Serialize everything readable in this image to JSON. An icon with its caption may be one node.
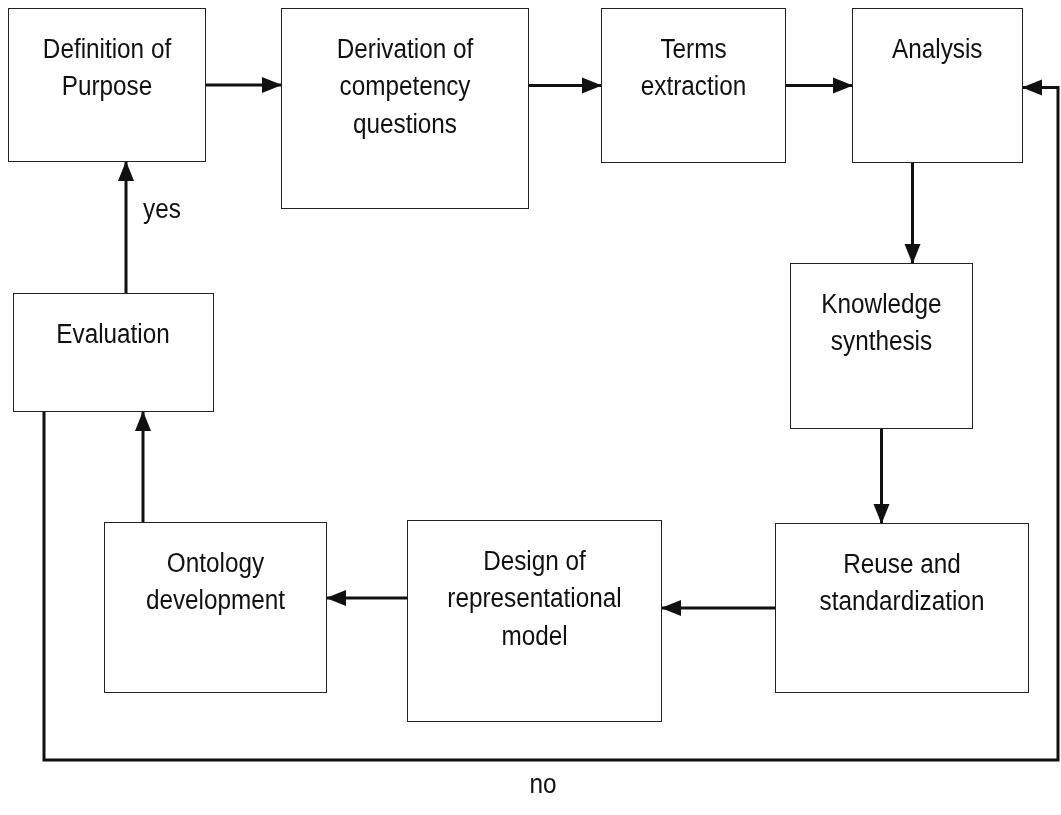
{
  "diagram": {
    "nodes": [
      {
        "text": [
          "Definition of Purpose"
        ]
      },
      {
        "text": [
          "Derivation of competency questions"
        ]
      },
      {
        "text": [
          "Terms extraction"
        ]
      },
      {
        "text": [
          "Analysis"
        ]
      },
      {
        "text": [
          "Knowledge synthesis"
        ]
      },
      {
        "text": [
          "Reuse and standardization"
        ]
      },
      {
        "text": [
          "Design of representational model"
        ]
      },
      {
        "text": [
          "Ontology development"
        ]
      },
      {
        "text": [
          "Evaluation"
        ]
      }
    ],
    "edges": [
      {
        "from": 0,
        "to": 1,
        "arrow": "to"
      },
      {
        "from": 1,
        "to": 2,
        "arrow": "to"
      },
      {
        "from": 2,
        "to": 3,
        "arrow": "to"
      },
      {
        "from": 3,
        "to": 4,
        "arrow": "to"
      },
      {
        "from": 4,
        "to": 5,
        "arrow": "to"
      },
      {
        "from": 5,
        "to": 6,
        "arrow": "to"
      },
      {
        "from": 6,
        "to": 7,
        "arrow": "to"
      },
      {
        "from": 7,
        "to": 8,
        "arrow": "to"
      },
      {
        "from": 8,
        "to": 0,
        "arrow": "to",
        "label": "yes"
      },
      {
        "from": 8,
        "to": 3,
        "arrow": "to",
        "label": "no"
      }
    ]
  }
}
